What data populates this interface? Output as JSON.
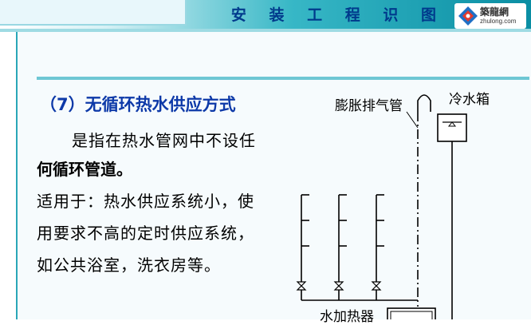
{
  "header": {
    "title": "安 装 工 程 识 图",
    "logo_cn": "築龍網",
    "logo_url": "zhulong.com",
    "brand_color": "#0a8ea3",
    "title_color": "#003a8c"
  },
  "slide": {
    "subtitle": "（7）无循环热水供应方式",
    "paragraph_lines": [
      "是指在热水管网中不设任",
      "何循环管道。",
      "适用于：热水供应系统小，使",
      "用要求不高的定时供应系统，",
      "如公共浴室，洗衣房等。"
    ]
  },
  "diagram": {
    "labels": {
      "expansion_pipe": "膨胀排气管",
      "cold_tank": "冷水箱",
      "heater": "水加热器"
    },
    "riser_count": 3,
    "valve_count": 3
  }
}
